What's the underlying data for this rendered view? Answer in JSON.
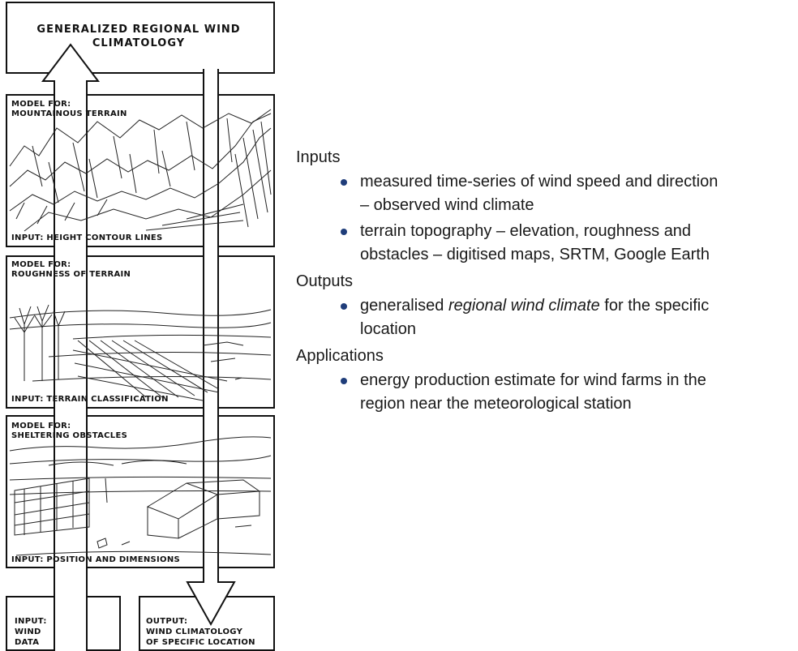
{
  "diagram": {
    "title_line1": "GENERALIZED REGIONAL WIND",
    "title_line2": "CLIMATOLOGY",
    "panels": [
      {
        "model_line1": "MODEL FOR:",
        "model_line2": "MOUNTAINOUS TERRAIN",
        "input": "INPUT: HEIGHT CONTOUR LINES"
      },
      {
        "model_line1": "MODEL FOR:",
        "model_line2": "ROUGHNESS OF TERRAIN",
        "input": "INPUT: TERRAIN CLASSIFICATION"
      },
      {
        "model_line1": "MODEL FOR:",
        "model_line2": "SHELTERING OBSTACLES",
        "input": "INPUT: POSITION AND DIMENSIONS"
      }
    ],
    "input_box": {
      "line1": "INPUT:",
      "line2": "WIND",
      "line3": "DATA"
    },
    "output_box": {
      "line1": "OUTPUT:",
      "line2": "WIND CLIMATOLOGY",
      "line3": "OF SPECIFIC LOCATION"
    }
  },
  "text": {
    "inputs_heading": "Inputs",
    "inputs_bullet1_line1": "measured time-series of wind speed and direction",
    "inputs_bullet1_line2": "– observed wind climate",
    "inputs_bullet2_line1": "terrain topography – elevation, roughness and",
    "inputs_bullet2_line2": "obstacles – digitised maps, SRTM, Google Earth",
    "outputs_heading": "Outputs",
    "outputs_bullet1_pre": "generalised ",
    "outputs_bullet1_em": "regional wind climate",
    "outputs_bullet1_post": " for the specific",
    "outputs_bullet1_line2": "location",
    "applications_heading": "Applications",
    "applications_bullet1_line1": "energy production estimate for wind farms in the",
    "applications_bullet1_line2": "region near the meteorological station"
  },
  "colors": {
    "bullet": "#1f3d7a",
    "line": "#111111"
  }
}
